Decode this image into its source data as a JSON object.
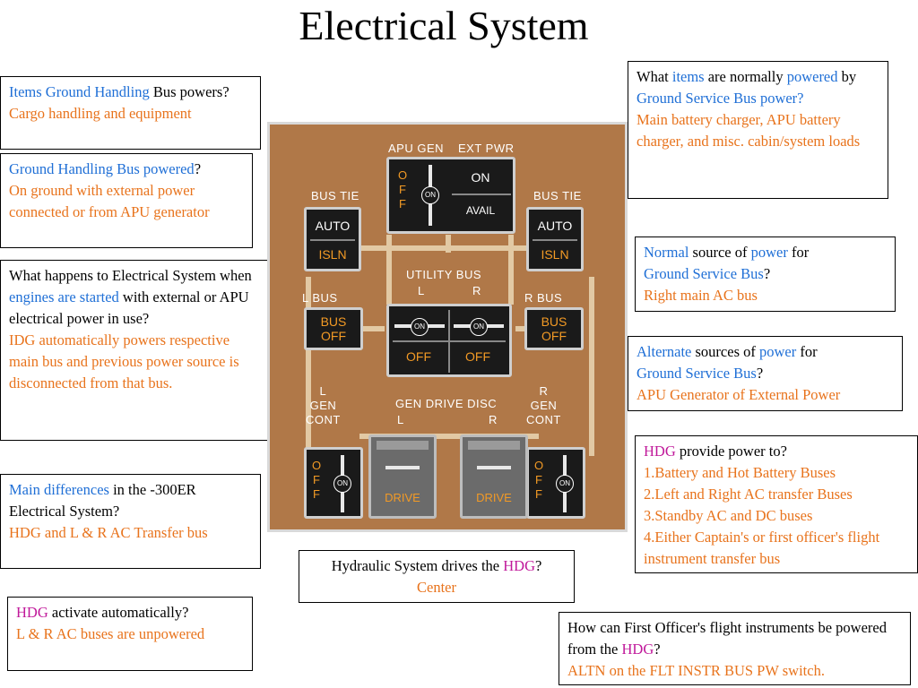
{
  "title": "Electrical System",
  "boxes": {
    "b1": {
      "q1": "Items Ground Handling",
      "q2": " Bus powers?",
      "a": "Cargo handling and equipment"
    },
    "b2": {
      "q1": "Ground Handling Bus powered",
      "q2": "?",
      "a": "On ground with external power connected or from APU generator"
    },
    "b3": {
      "q1": "What happens to Electrical System when ",
      "q2": "engines are started",
      "q3": " with external or APU electrical power in use?",
      "a": "IDG automatically powers respective main bus and previous power source is disconnected from that bus."
    },
    "b4": {
      "q1": "Main differences",
      "q2": " in the -300ER Electrical System?",
      "a": "HDG and L & R AC Transfer bus"
    },
    "b5": {
      "q1": "HDG",
      "q2": " activate automatically?",
      "a": "L & R AC buses are unpowered"
    },
    "b6": {
      "q1": "Hydraulic System drives the ",
      "q2": "HDG",
      "q3": "?",
      "a": "Center"
    },
    "b7": {
      "q1": "How can First Officer's flight instruments be powered from the ",
      "q2": "HDG",
      "q3": "?",
      "a": "ALTN on the FLT INSTR BUS PW switch."
    },
    "b8": {
      "q1": "What ",
      "q2": "items",
      "q3": " are normally ",
      "q4": "powered",
      "q5": " by ",
      "q6": "Ground Service Bus power?",
      "a": "Main battery charger, APU battery charger, and misc. cabin/system loads"
    },
    "b9": {
      "q1": "Normal",
      "q2": " source of ",
      "q3": "power",
      "q4": " for ",
      "q5": "Ground Service Bus",
      "q6": "?",
      "a": "Right main AC bus"
    },
    "b10": {
      "q1": "Alternate",
      "q2": " sources of ",
      "q3": "power",
      "q4": " for ",
      "q5": "Ground Service Bus",
      "q6": "?",
      "a": "APU Generator of External Power"
    },
    "b11": {
      "q1": "HDG",
      "q2": " provide power to?",
      "items": [
        "1.Battery and Hot Battery Buses",
        "2.Left and Right AC transfer Buses",
        "3.Standby AC and DC buses",
        "4.Either Captain's or first officer's flight instrument transfer bus"
      ]
    }
  },
  "panel": {
    "apu_gen": "APU GEN",
    "ext_pwr": "EXT PWR",
    "bus_tie": "BUS  TIE",
    "auto": "AUTO",
    "isln": "ISLN",
    "on": "ON",
    "avail": "AVAIL",
    "off_v": [
      "O",
      "F",
      "F"
    ],
    "on_circle": "ON",
    "utility_bus": "UTILITY  BUS",
    "l": "L",
    "r": "R",
    "l_bus": "L BUS",
    "r_bus": "R BUS",
    "bus": "BUS",
    "off": "OFF",
    "gen_drive_disc": "GEN  DRIVE  DISC",
    "gen": "GEN",
    "cont": "CONT",
    "drive": "DRIVE"
  }
}
